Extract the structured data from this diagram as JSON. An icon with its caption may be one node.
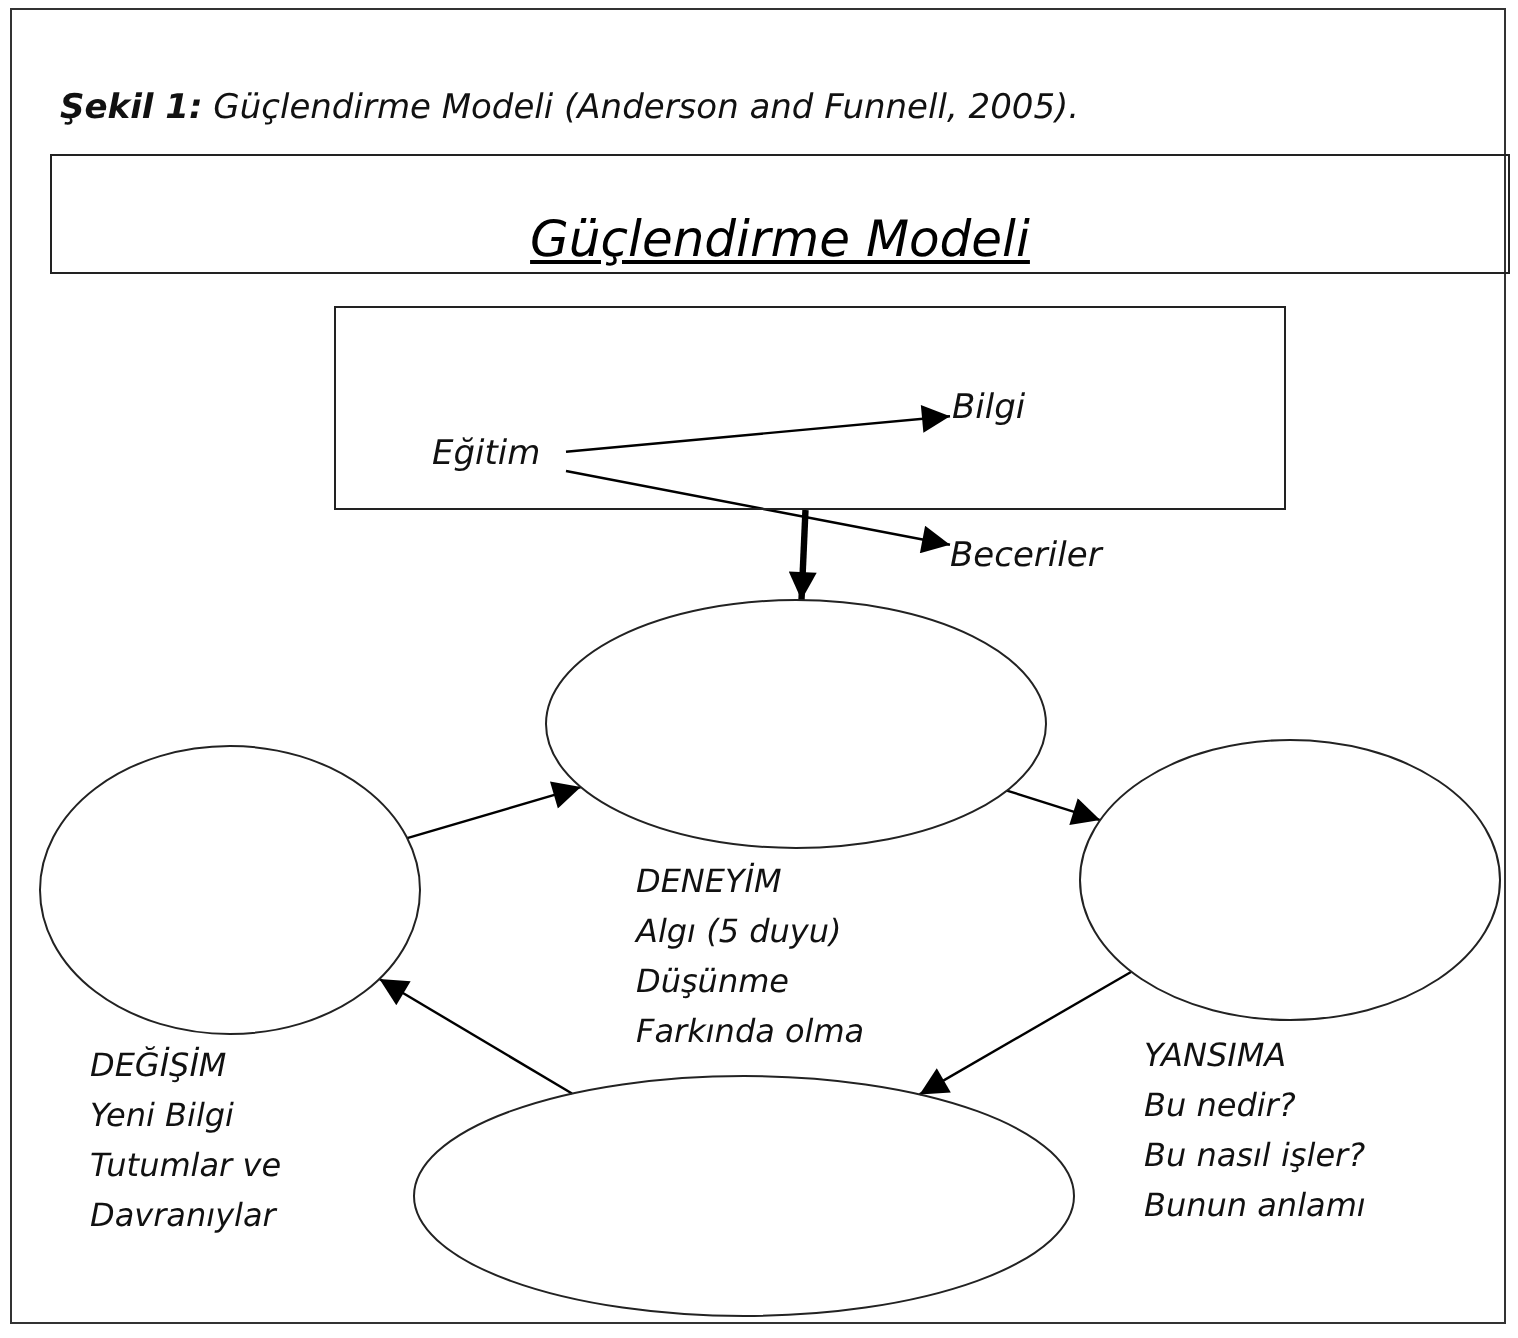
{
  "diagram": {
    "caption": "**Şekil 1:** Güçlendirme Modeli (Anderson and Funnell, 2005).",
    "nodes": [
      {
        "text": [
          "Güçlendirme Modeli"
        ]
      },
      {
        "text": [],
        "shape": "box"
      },
      {
        "text": [
          "Eğitim"
        ],
        "in": 1
      },
      {
        "text": [
          "Bilgi"
        ],
        "in": 1
      },
      {
        "text": [
          "Beceriler"
        ]
      },
      {
        "text": [
          "DENEYİM",
          "Algı (5 duyu)",
          "Düşünme",
          "Farkında olma"
        ]
      },
      {
        "text": [
          "DEĞİŞİM",
          "Yeni Bilgi",
          "Tutumlar ve",
          "Davranıylar"
        ]
      },
      {
        "text": [
          "YANSIMA",
          "Bu nedir?",
          "Bu nasıl işler?",
          "Bunun anlamı"
        ]
      },
      {
        "text": [],
        "shape": "circle"
      }
    ],
    "edges": [
      {
        "from": 2,
        "to": 3,
        "arrow": "to"
      },
      {
        "from": 2,
        "to": 4,
        "arrow": "to"
      },
      {
        "from": 1,
        "to": 5,
        "arrow": "to",
        "style": "thick"
      },
      {
        "from": 6,
        "to": 5,
        "arrow": "to"
      },
      {
        "from": 5,
        "to": 7,
        "arrow": "to"
      },
      {
        "from": 7,
        "to": 8,
        "arrow": "to"
      },
      {
        "from": 8,
        "to": 6,
        "arrow": "to"
      }
    ]
  }
}
